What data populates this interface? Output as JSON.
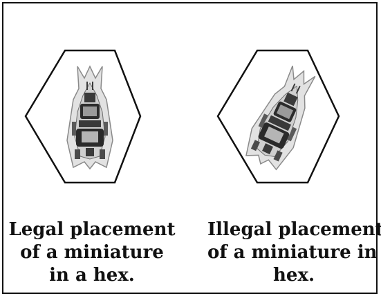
{
  "figure": {
    "legal": {
      "caption_lines": [
        "Legal placement",
        "of a miniature",
        "in a hex."
      ],
      "ship_orientation": "straight (aligned with hex)"
    },
    "illegal": {
      "caption_lines": [
        "Illegal placement",
        "of a miniature in a",
        "hex."
      ],
      "ship_orientation": "rotated (not aligned with hex)"
    }
  },
  "colors": {
    "line": "#111111",
    "ship_fill": "#d9d9d9",
    "ship_dark": "#2a2a2a"
  }
}
